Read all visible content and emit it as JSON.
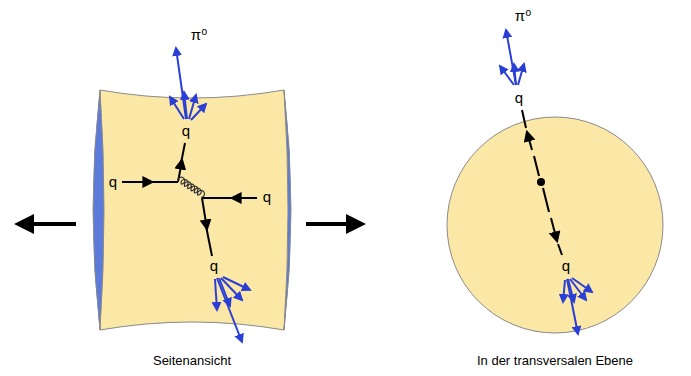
{
  "diagram": {
    "labels": [
      "π⁰",
      "q",
      "q",
      "q",
      "q",
      "Seitenansicht",
      "π⁰",
      "q",
      "q",
      "In der transversalen Ebene"
    ]
  }
}
